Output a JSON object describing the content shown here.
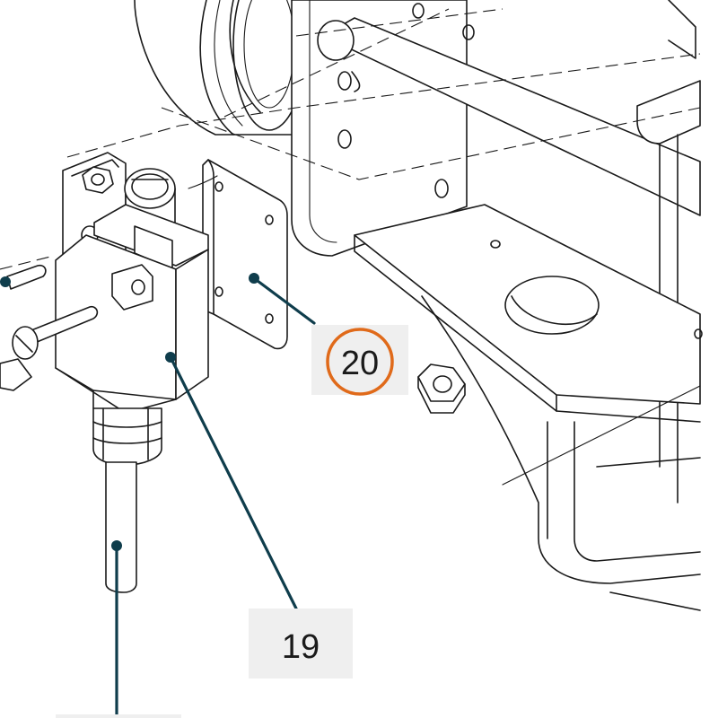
{
  "callouts": [
    {
      "id": "switch-mounting-plate",
      "label": "20",
      "highlighted": true
    },
    {
      "id": "limit-switch",
      "label": "19",
      "highlighted": false
    }
  ],
  "colors": {
    "line_art": "#1a1a1a",
    "leader_line": "#0f3d4c",
    "callout_background": "#efefef",
    "highlight_ring": "#e06a1a"
  }
}
